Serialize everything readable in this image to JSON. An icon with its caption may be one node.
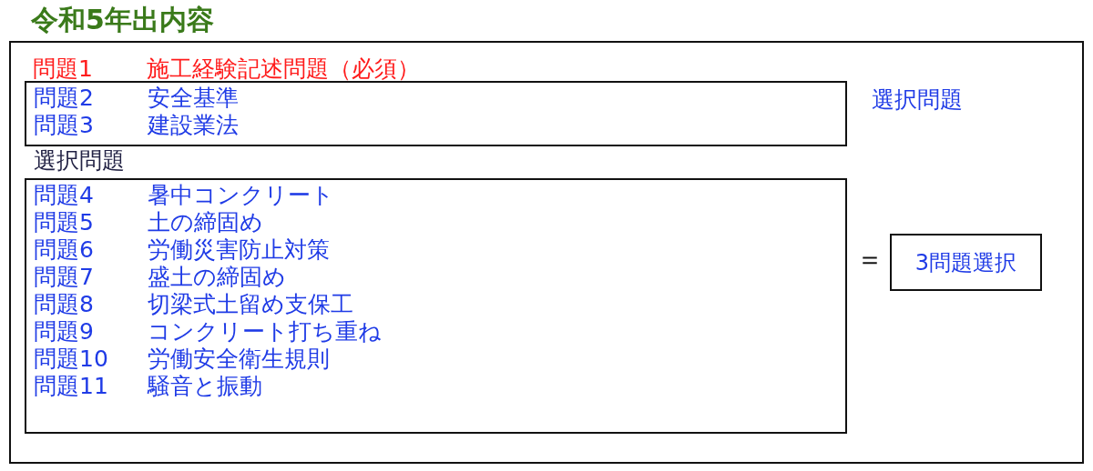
{
  "diagram": {
    "title": "令和5年出内容",
    "nodes": [
      {
        "text": [
          "問題1 施工経験記述問題（必須）"
        ]
      },
      {
        "text": [
          "問題2 安全基準",
          "問題3 建設業法"
        ],
        "in": 0,
        "beside": [
          "選択問題"
        ]
      },
      {
        "text": [
          "選択問題",
          "問題4 暑中コンクリート",
          "問題5 土の締固め",
          "問題6 労働災害防止対策",
          "問題7 盛土の締固め",
          "問題8 切梁式土留め支保工",
          "問題9 コンクリート打ち重ね",
          "問題10 労働安全衛生規則",
          "問題11 騒音と振動"
        ],
        "in": 0
      },
      {
        "text": [
          "3問題選択"
        ],
        "in": 0
      }
    ],
    "edges": [],
    "labels": [
      "＝"
    ]
  }
}
